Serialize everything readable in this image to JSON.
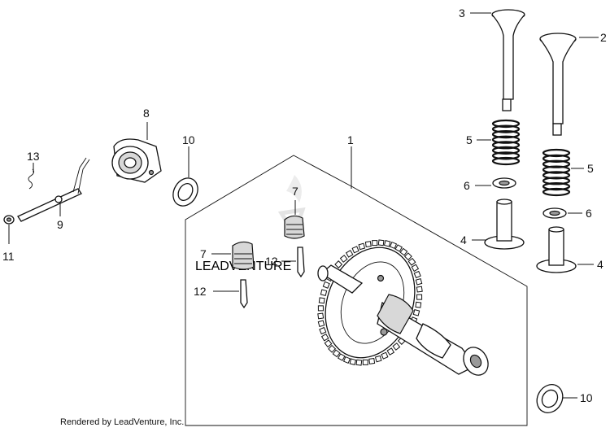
{
  "footer": "Rendered by LeadVenture, Inc.",
  "watermark": "LEADVENTURE",
  "callouts": [
    "1",
    "2",
    "3",
    "4",
    "4",
    "5",
    "5",
    "6",
    "6",
    "7",
    "7",
    "8",
    "9",
    "10",
    "10",
    "11",
    "12",
    "12",
    "13"
  ]
}
